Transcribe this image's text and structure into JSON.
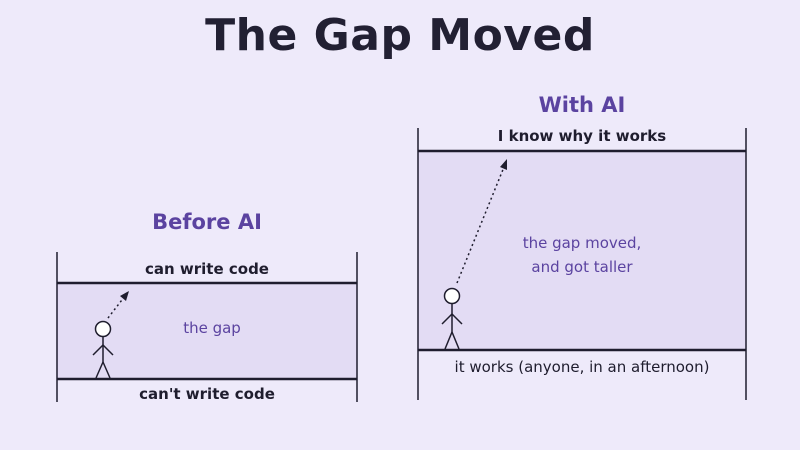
{
  "title": "The Gap Moved",
  "before": {
    "heading": "Before AI",
    "top_label": "can write code",
    "gap_label": "the gap",
    "bottom_label": "can't write code"
  },
  "after": {
    "heading": "With AI",
    "top_label": "I know why it works",
    "gap_label_line1": "the gap moved,",
    "gap_label_line2": "and got taller",
    "bottom_label": "it works (anyone, in an afternoon)"
  },
  "colors": {
    "background": "#eeeafa",
    "band_fill": "#e3dcf4",
    "accent": "#5b43a0",
    "ink": "#1f1d2e"
  }
}
